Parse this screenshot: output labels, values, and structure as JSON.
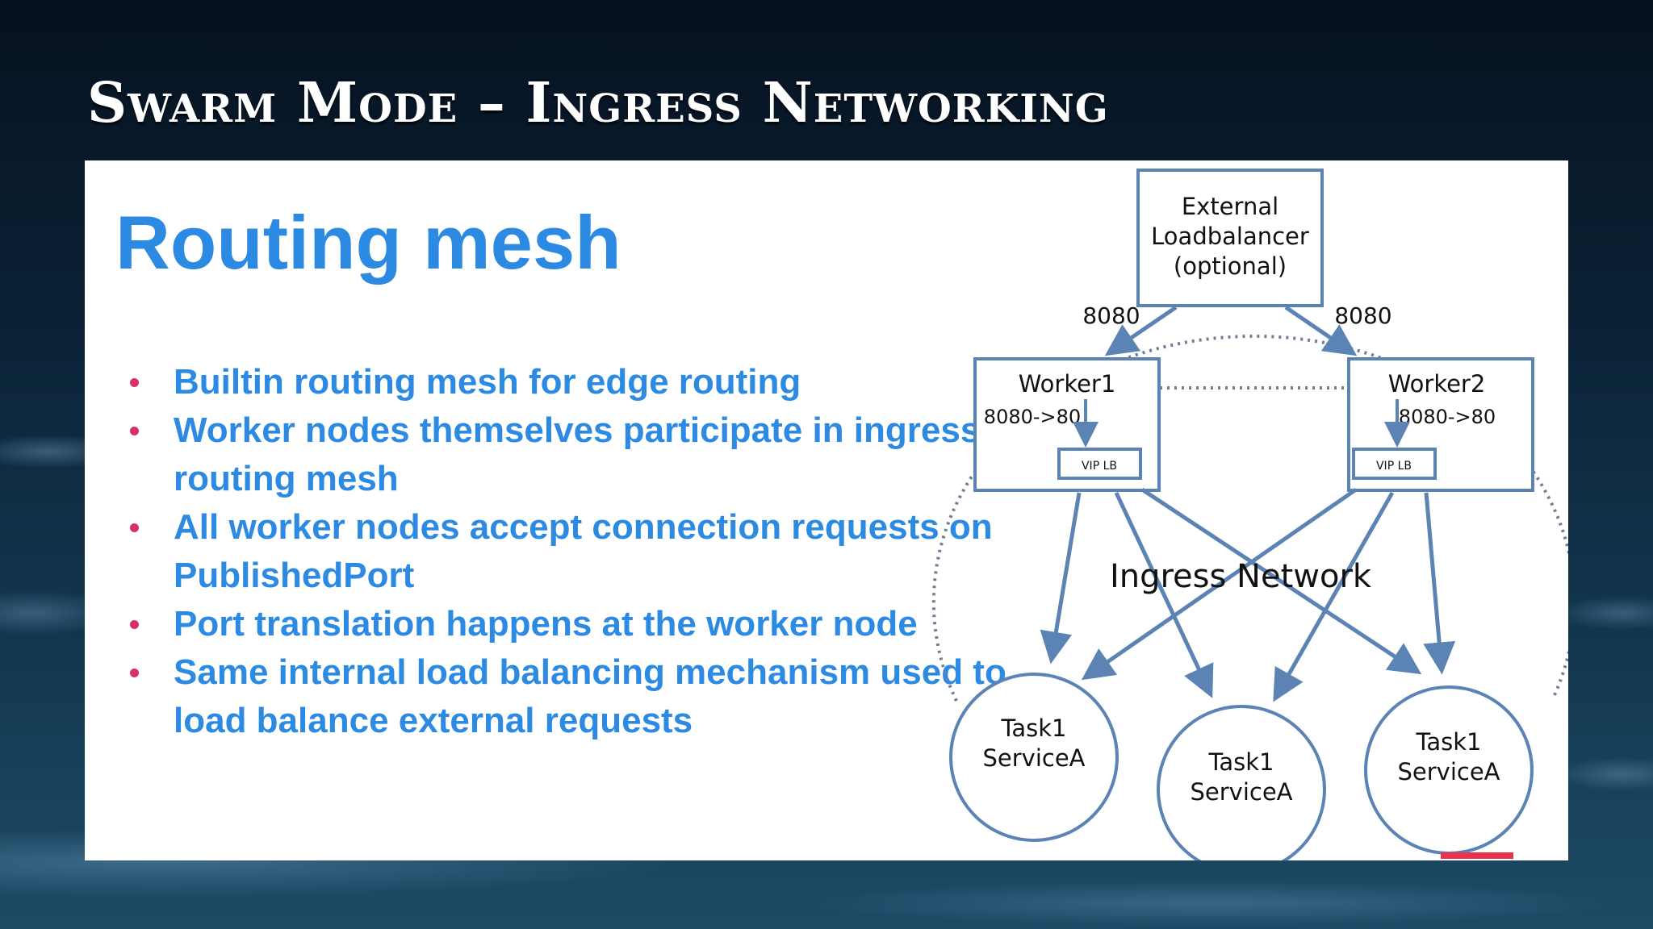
{
  "slide_title": "Swarm Mode – Ingress Networking",
  "heading": "Routing mesh",
  "bullets": [
    "Builtin routing mesh for edge routing",
    "Worker nodes themselves participate in ingress routing mesh",
    "All worker nodes accept connection requests on PublishedPort",
    "Port translation happens at the worker node",
    "Same internal load balancing mechanism used to load balance external requests"
  ],
  "diagram": {
    "external_lb": [
      "External",
      "Loadbalancer",
      "(optional)"
    ],
    "port_left": "8080",
    "port_right": "8080",
    "worker1": {
      "name": "Worker1",
      "mapping": "8080->80",
      "vip": "VIP LB"
    },
    "worker2": {
      "name": "Worker2",
      "mapping": "8080->80",
      "vip": "VIP LB"
    },
    "network_label": "Ingress Network",
    "tasks": [
      {
        "line1": "Task1",
        "line2": "ServiceA"
      },
      {
        "line1": "Task1",
        "line2": "ServiceA"
      },
      {
        "line1": "Task1",
        "line2": "ServiceA"
      }
    ],
    "colors": {
      "stroke": "#5b84b4",
      "text": "#111111",
      "bullet": "#d9306b",
      "heading": "#2d8ae3"
    }
  }
}
